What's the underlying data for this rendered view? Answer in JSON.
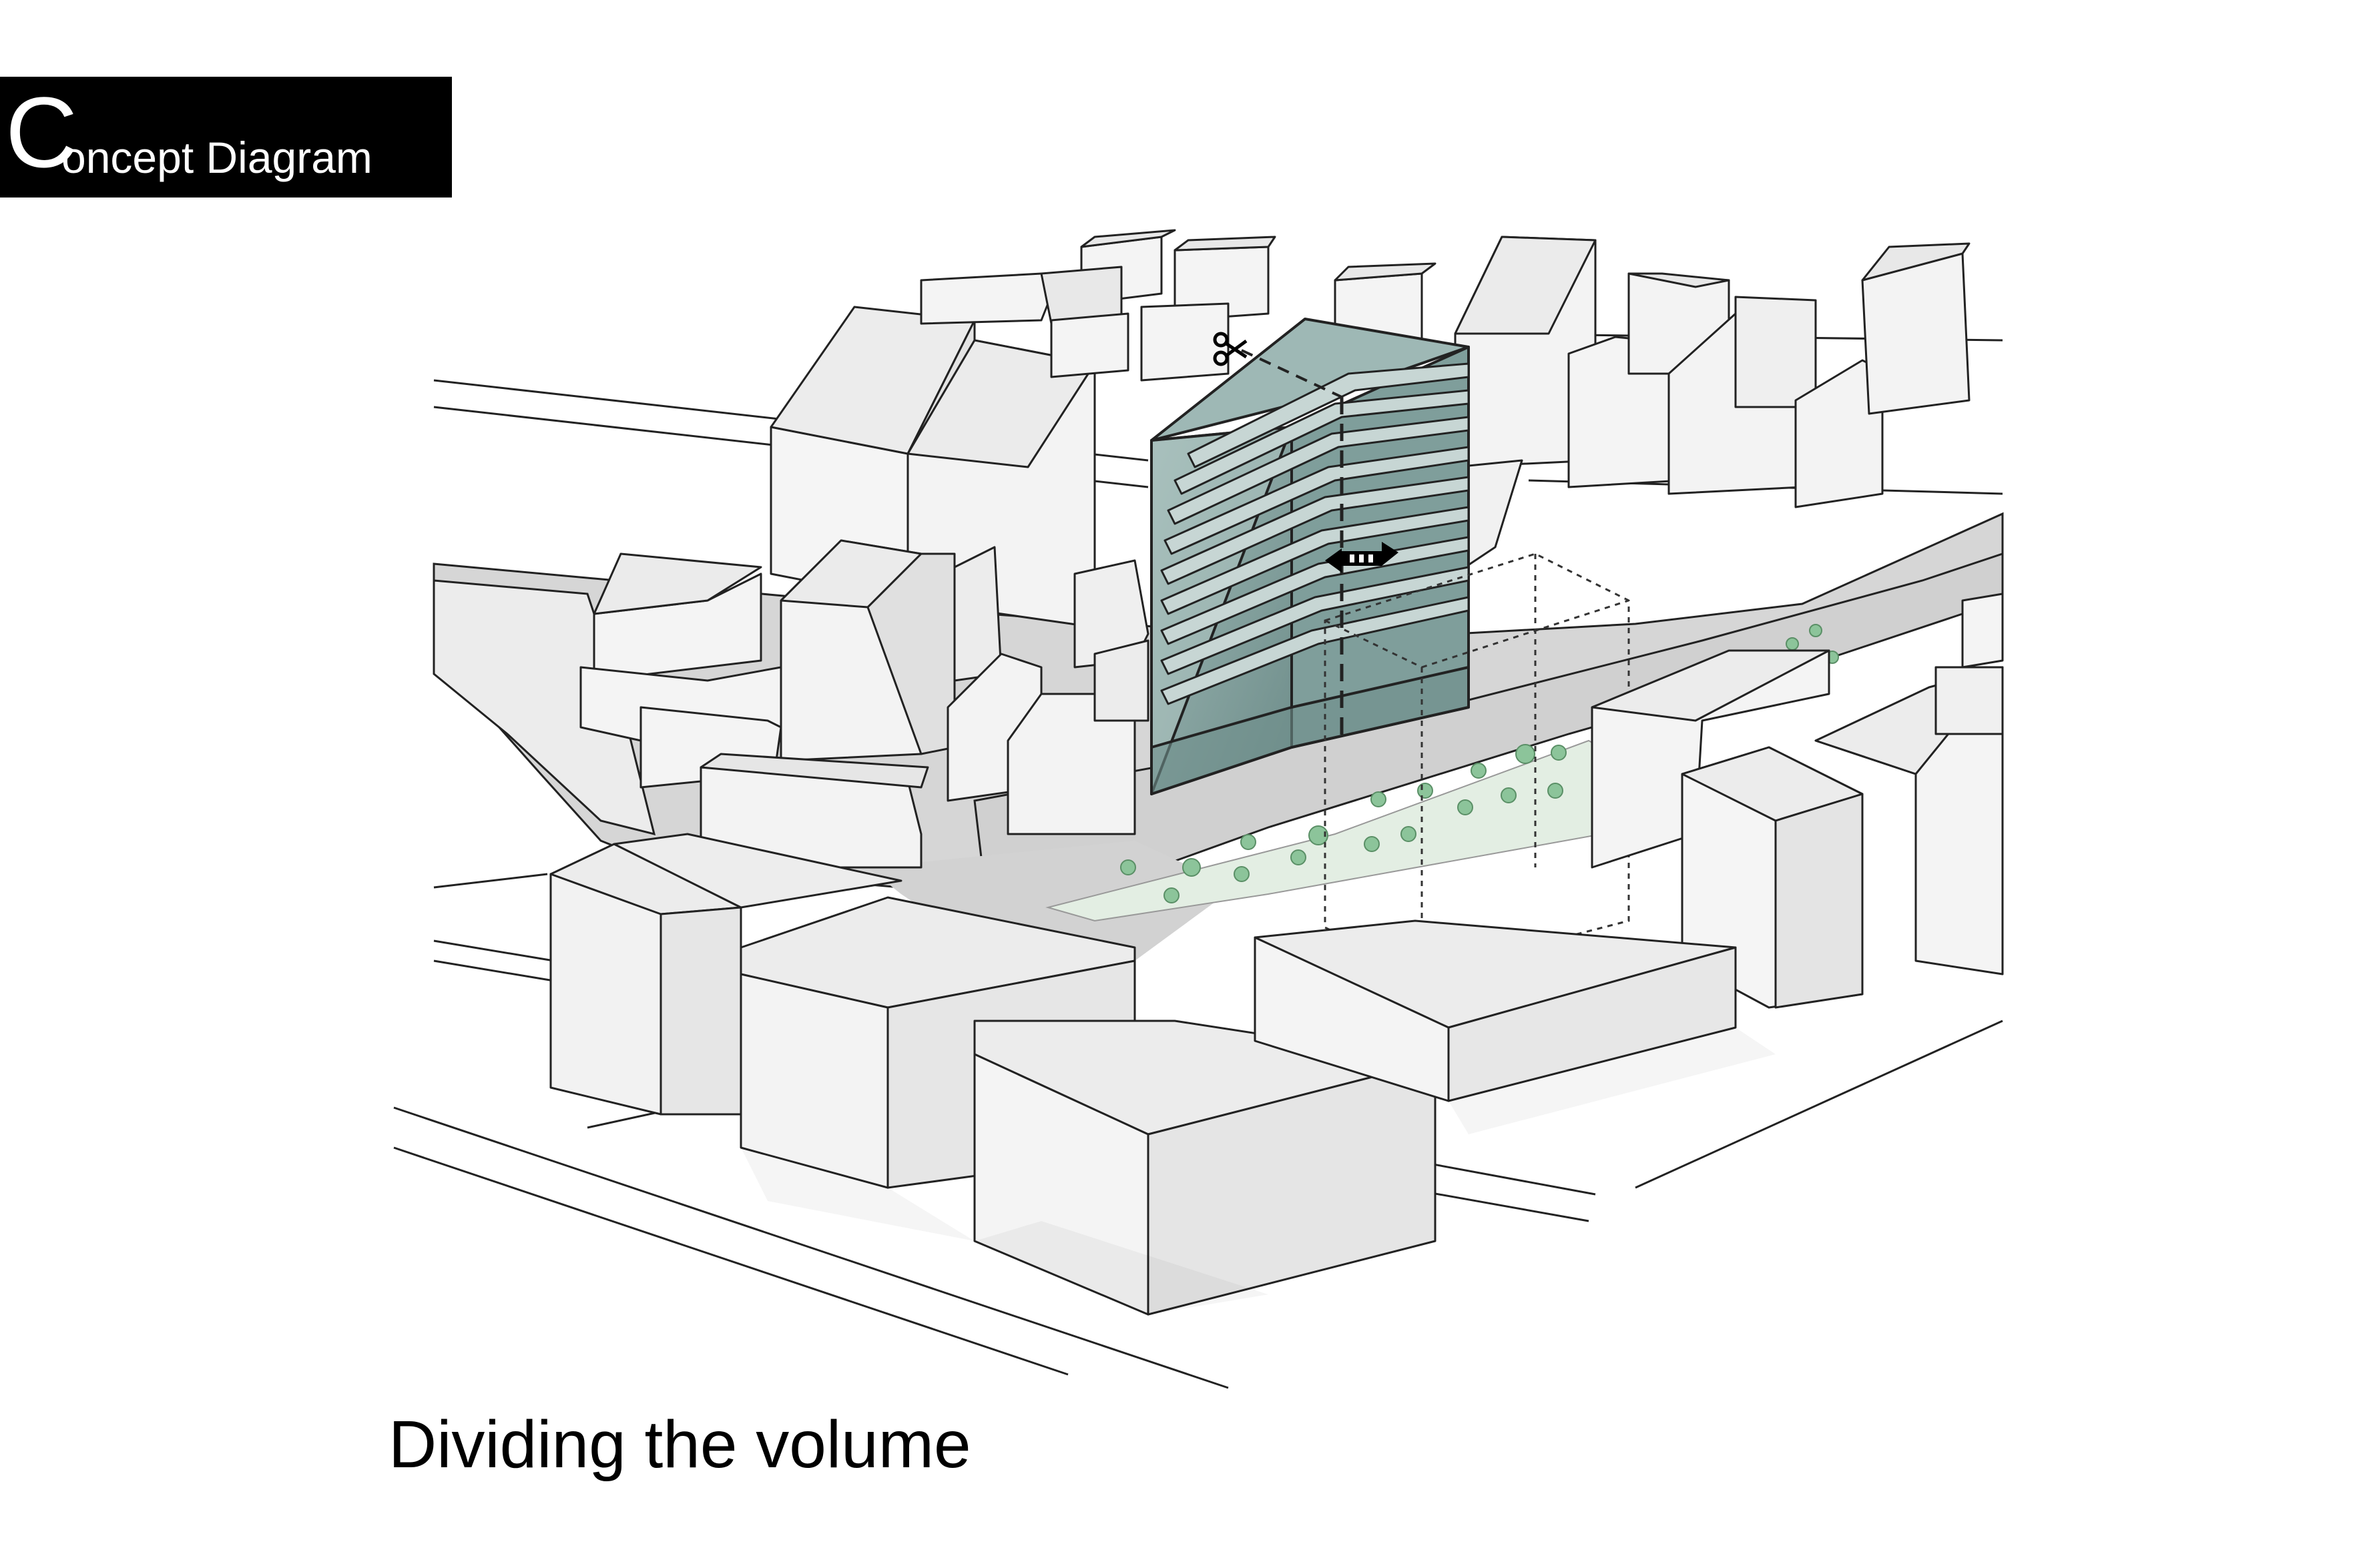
{
  "header": {
    "title_initial": "C",
    "title_rest": "oncept Diagram"
  },
  "caption": "Dividing the volume",
  "colors": {
    "building_fill": "#f3f3f3",
    "building_shade": "#e2e2e2",
    "road": "#d4d4d4",
    "park": "#e6f0e6",
    "tree": "#8cc49a",
    "tower_glass": "#8ea9a6",
    "tower_glass_dark": "#6f8f8c",
    "line": "#222222"
  },
  "icons": {
    "cut_marker": "scissors-icon",
    "move_marker": "double-arrow-icon"
  }
}
